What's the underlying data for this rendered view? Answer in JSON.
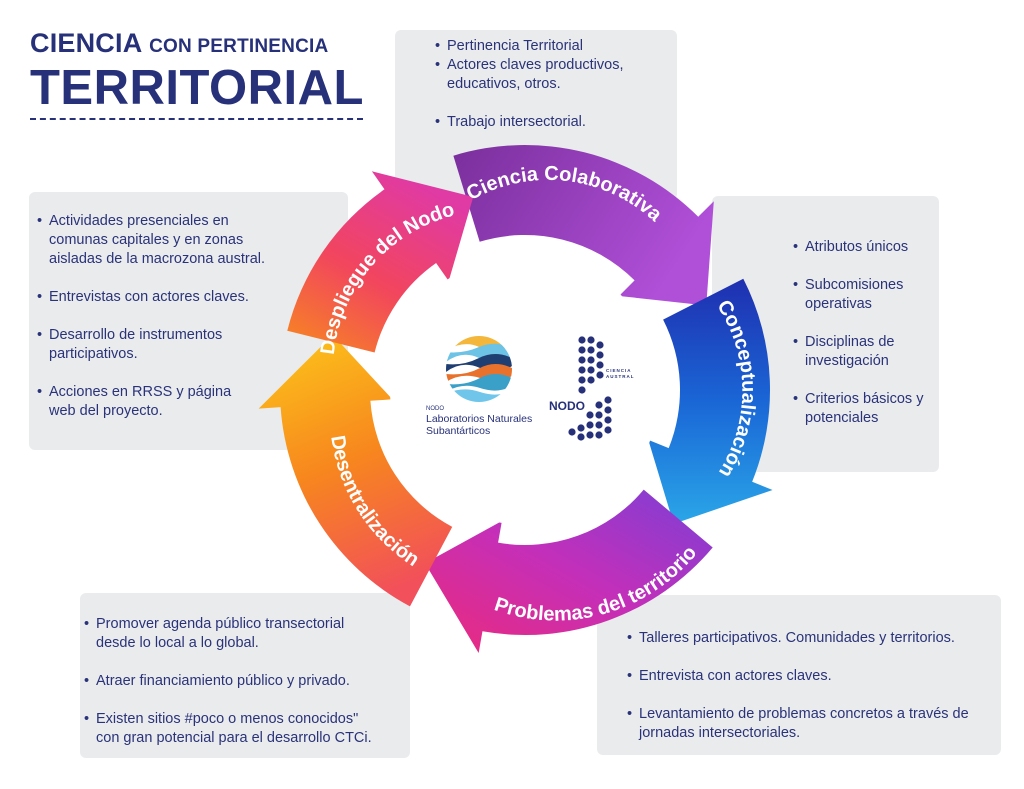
{
  "title": {
    "line1_big": "CIENCIA",
    "line1_small": "CON PERTINENCIA",
    "line2": "TERRITORIAL"
  },
  "cycle": {
    "top": "Ciencia Colaborativa",
    "right": "Conceptualización",
    "bottom": "Problemas del territorio",
    "left_lower": "Desentralización",
    "left_upper": "Despliegue del Nodo"
  },
  "boxes": {
    "top": [
      "Pertinencia Territorial",
      "Actores claves productivos, educativos, otros.",
      "Trabajo intersectorial."
    ],
    "left": [
      "Actividades presenciales en comunas capitales y en zonas aisladas de la macrozona austral.",
      "Entrevistas con actores claves.",
      "Desarrollo de instrumentos participativos.",
      "Acciones en RRSS y página web del proyecto."
    ],
    "right": [
      "Atributos únicos",
      "Subcomisiones operativas",
      "Disciplinas de investigación",
      "Criterios básicos y potenciales"
    ],
    "bottom_left": [
      "Promover agenda público transectorial desde lo local a lo global.",
      "Atraer financiamiento público y privado.",
      "Existen sitios #poco o menos conocidos\" con gran potencial para el desarrollo CTCi."
    ],
    "bottom_right": [
      "Talleres participativos. Comunidades y territorios.",
      "Entrevista con actores claves.",
      "Levantamiento de problemas concretos a través de jornadas intersectoriales."
    ]
  },
  "logos": {
    "left_small": "NODO",
    "left_line1": "Laboratorios Naturales",
    "left_line2": "Subantárticos",
    "right_word": "NODO",
    "right_small1": "CIENCIA",
    "right_small2": "AUSTRAL"
  },
  "colors": {
    "navy": "#27317a",
    "box": "#eaebed"
  }
}
